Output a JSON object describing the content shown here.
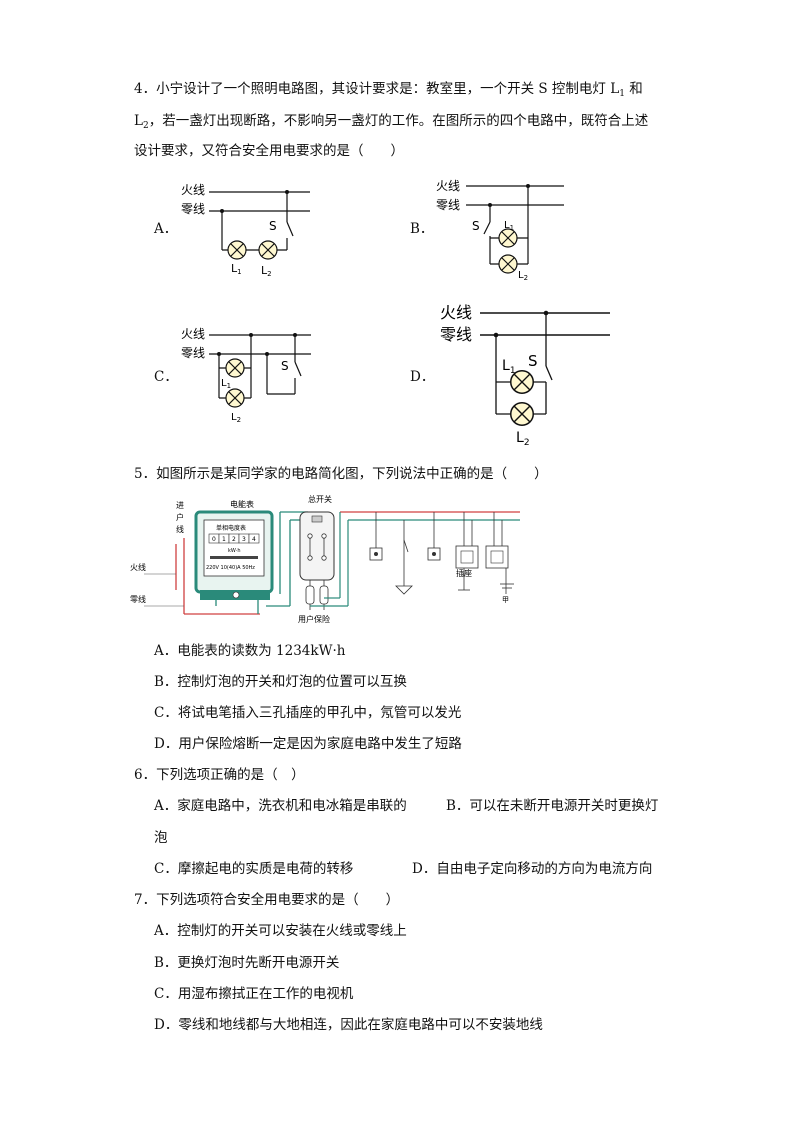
{
  "q4": {
    "line1": "4．小宁设计了一个照明电路图，其设计要求是：教室里，一个开关 S 控制电灯 L",
    "line1_sub": "1",
    "line1_end": " 和",
    "line2_start": "L",
    "line2_sub": "2",
    "line2_rest": "，若一盏灯出现断路，不影响另一盏灯的工作。在图所示的四个电路中，既符合上述",
    "line3": "设计要求，又符合安全用电要求的是（　　）",
    "options": [
      "A．",
      "B．",
      "C．",
      "D．"
    ],
    "live": "火线",
    "neutral": "零线",
    "switch": "S",
    "lamp1": "L",
    "lamp1_sub": "1",
    "lamp2": "L",
    "lamp2_sub": "2"
  },
  "q5": {
    "stem": "5．如图所示是某同学家的电路简化图，下列说法中正确的是（　　）",
    "fig": {
      "entry": [
        "进",
        "户",
        "线"
      ],
      "live": "火线",
      "neutral": "零线",
      "meter": "电能表",
      "meter_name": "单相电度表",
      "digits": [
        "0",
        "1",
        "2",
        "3",
        "4"
      ],
      "unit": "kW·h",
      "spec": "220V 10(40)A 50Hz",
      "main_switch": "总开关",
      "fuse": "用户保险",
      "socket": "插座",
      "socket2": "甲"
    },
    "options": [
      "A．电能表的读数为 1234kW·h",
      "B．控制灯泡的开关和灯泡的位置可以互换",
      "C．将试电笔插入三孔插座的甲孔中，氖管可以发光",
      "D．用户保险熔断一定是因为家庭电路中发生了短路"
    ]
  },
  "q6": {
    "stem": "6．下列选项正确的是（　）",
    "optA": "A．家庭电路中，洗衣机和电冰箱是串联的",
    "optB": "B．可以在未断开电源开关时更换灯",
    "optB_cont": "泡",
    "optC": "C．摩擦起电的实质是电荷的转移",
    "optD": "D．自由电子定向移动的方向为电流方向"
  },
  "q7": {
    "stem": "7．下列选项符合安全用电要求的是（　　）",
    "options": [
      "A．控制灯的开关可以安装在火线或零线上",
      "B．更换灯泡时先断开电源开关",
      "C．用湿布擦拭正在工作的电视机",
      "D．零线和地线都与大地相连，因此在家庭电路中可以不安装地线"
    ]
  }
}
